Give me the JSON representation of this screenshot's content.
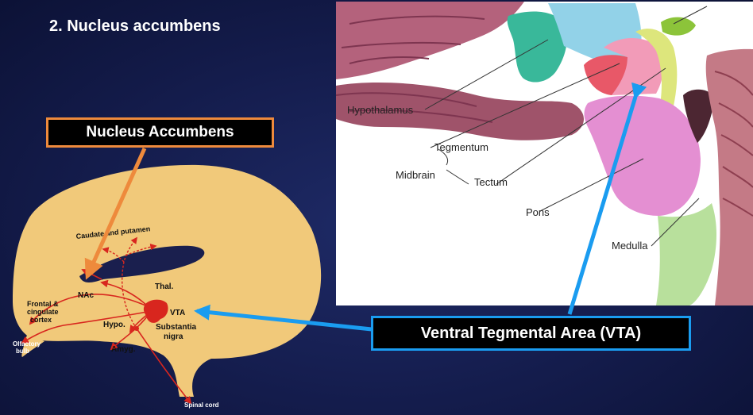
{
  "title": "2.  Nucleus accumbens",
  "callouts": {
    "nucleus_accumbens": "Nucleus Accumbens",
    "vta": "Ventral Tegmental Area (VTA)"
  },
  "left_diagram": {
    "labels": {
      "caudate": "Caudate and putamen",
      "thal": "Thal.",
      "nac": "NAc",
      "vta": "VTA",
      "frontal_1": "Frontal &",
      "frontal_2": "cingulate",
      "frontal_3": "cortex",
      "hypo": "Hypo.",
      "substantia_1": "Substantia",
      "substantia_2": "nigra",
      "amyg": "Amyg.",
      "olfactory_1": "Olfactory",
      "olfactory_2": "bulb",
      "spinal": "Spinal cord"
    }
  },
  "right_diagram": {
    "labels": {
      "hypothalamus": "Hypothalamus",
      "tegmentum": "Tegmentum",
      "midbrain": "Midbrain",
      "tectum": "Tectum",
      "pons": "Pons",
      "medulla": "Medulla"
    }
  },
  "colors": {
    "background": "#141c4c",
    "nac_accent": "#ee8a3c",
    "vta_accent": "#1a9cf0",
    "pathway": "#d8261e",
    "brain_fill": "#f1c97a"
  }
}
